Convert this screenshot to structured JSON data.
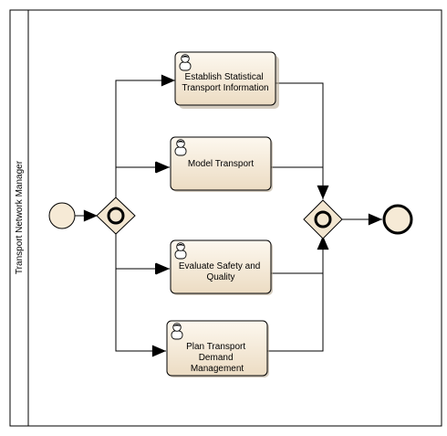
{
  "pool": {
    "lane_label": "Transport Network Manager"
  },
  "tasks": [
    {
      "id": "establish",
      "lines": [
        "Establish Statistical",
        "Transport Information"
      ],
      "icon": "user-icon"
    },
    {
      "id": "model",
      "lines": [
        "Model Transport"
      ],
      "icon": "user-icon"
    },
    {
      "id": "evaluate",
      "lines": [
        "Evaluate Safety and",
        "Quality"
      ],
      "icon": "user-icon"
    },
    {
      "id": "plan",
      "lines": [
        "Plan Transport",
        "Demand",
        "Management"
      ],
      "icon": "user-icon"
    }
  ],
  "gateways": [
    {
      "id": "split",
      "type": "inclusive"
    },
    {
      "id": "join",
      "type": "inclusive"
    }
  ],
  "events": [
    {
      "id": "start",
      "type": "start"
    },
    {
      "id": "end",
      "type": "end"
    }
  ],
  "colors": {
    "task_fill_top": "#fdf8ef",
    "task_fill_bottom": "#ecdcc3",
    "event_fill": "#f6ead6",
    "gateway_fill": "#f3e6d0",
    "stroke": "#000000"
  }
}
